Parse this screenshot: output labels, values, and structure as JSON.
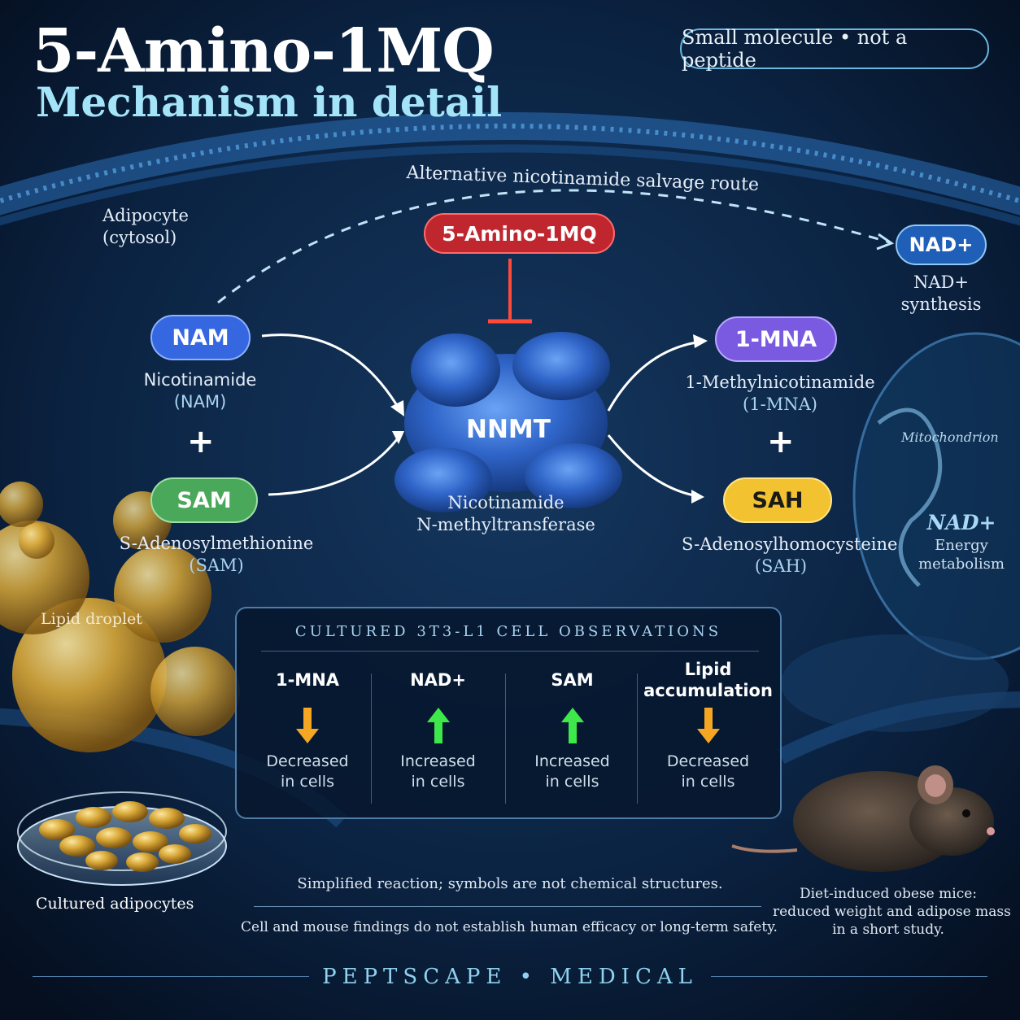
{
  "header": {
    "title": "5-Amino-1MQ",
    "subtitle": "Mechanism in detail",
    "badge": "Small molecule • not a peptide"
  },
  "diagram": {
    "cell_label": [
      "Adipocyte",
      "(cytosol)"
    ],
    "salvage_route": "Alternative nicotinamide salvage route",
    "inhibitor": "5-Amino-1MQ",
    "enzyme": {
      "symbol": "NNMT",
      "name_line1": "Nicotinamide",
      "name_line2": "N-methyltransferase"
    },
    "substrates": [
      {
        "symbol": "NAM",
        "name": "Nicotinamide",
        "abbr": "(NAM)",
        "color": "#3567e0"
      },
      {
        "symbol": "SAM",
        "name": "S-Adenosylmethionine",
        "abbr": "(SAM)",
        "color": "#4aa85a"
      }
    ],
    "products": [
      {
        "symbol": "1-MNA",
        "name": "1-Methylnicotinamide",
        "abbr": "(1-MNA)",
        "color": "#7a5ae0"
      },
      {
        "symbol": "SAH",
        "name": "S-Adenosylhomocysteine",
        "abbr": "(SAH)",
        "color": "#f2c230"
      }
    ],
    "plus": "+",
    "nad": {
      "symbol": "NAD+",
      "line1": "NAD+",
      "line2": "synthesis"
    },
    "mitochondrion": {
      "label": "Mitochondrion",
      "nad": "NAD+",
      "line1": "Energy",
      "line2": "metabolism"
    },
    "lipid_droplet": "Lipid droplet",
    "cultured_adipocytes": "Cultured adipocytes"
  },
  "observations": {
    "title": "CULTURED 3T3-L1 CELL OBSERVATIONS",
    "items": [
      {
        "heading1": "1-MNA",
        "heading2": "",
        "direction": "down",
        "line1": "Decreased",
        "line2": "in cells",
        "color": "#f5a623"
      },
      {
        "heading1": "NAD+",
        "heading2": "",
        "direction": "up",
        "line1": "Increased",
        "line2": "in cells",
        "color": "#3ee84a"
      },
      {
        "heading1": "SAM",
        "heading2": "",
        "direction": "up",
        "line1": "Increased",
        "line2": "in cells",
        "color": "#3ee84a"
      },
      {
        "heading1": "Lipid",
        "heading2": "accumulation",
        "direction": "down",
        "line1": "Decreased",
        "line2": "in cells",
        "color": "#f5a623"
      }
    ]
  },
  "notes": {
    "simplified": "Simplified reaction; symbols are not chemical structures.",
    "disclaimer": "Cell and mouse findings do not establish human efficacy or long-term safety.",
    "mice": [
      "Diet-induced obese mice:",
      "reduced weight and adipose mass",
      "in a short study."
    ]
  },
  "footer": "PEPTSCAPE • MEDICAL"
}
